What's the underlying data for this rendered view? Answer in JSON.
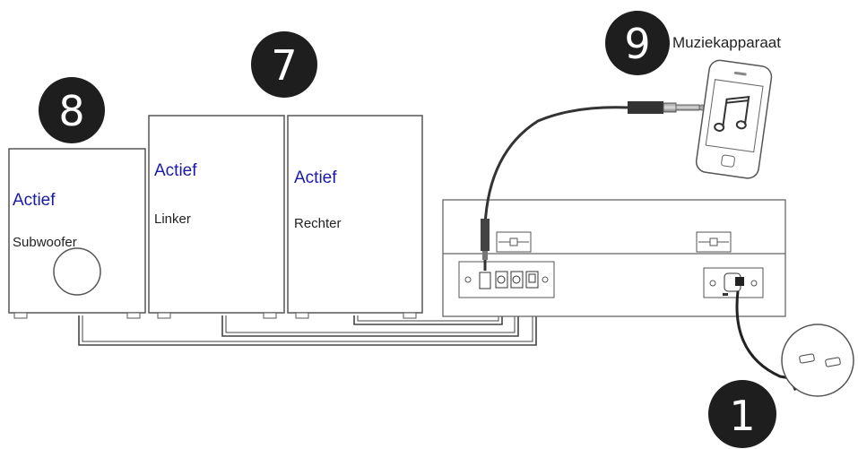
{
  "colors": {
    "active_text": "#1a1aa6",
    "outline": "#555555",
    "badge": "#1e1e1e"
  },
  "badges": {
    "subwoofer": "8",
    "speakers": "7",
    "music_device": "9",
    "power": "1"
  },
  "subwoofer": {
    "status": "Actief",
    "label": "Subwoofer"
  },
  "left_speaker": {
    "status": "Actief",
    "label": "Linker"
  },
  "right_speaker": {
    "status": "Actief",
    "label": "Rechter"
  },
  "music_device": {
    "label": "Muziekapparaat",
    "icon": "music-note-icon"
  },
  "turntable": {
    "icon": "turntable-rear-panel"
  },
  "power_outlet": {
    "icon": "power-outlet-icon"
  }
}
